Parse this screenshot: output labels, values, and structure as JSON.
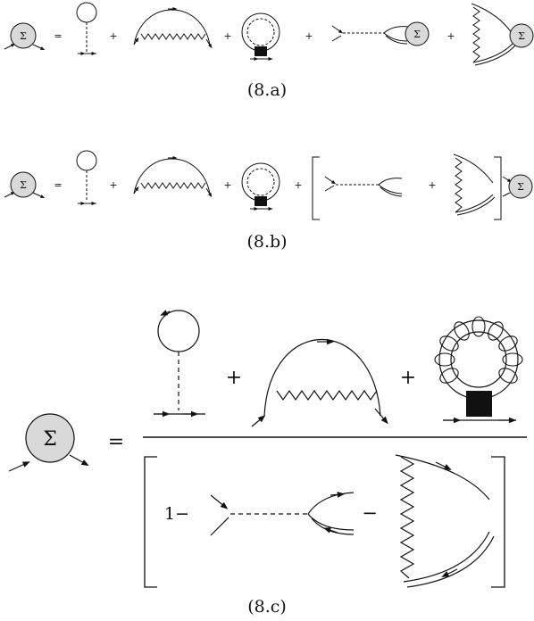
{
  "equations": [
    {
      "label": "(8.a)",
      "lhs_symbol": "Σ",
      "equals": "=",
      "operators": [
        "+",
        "+",
        "+",
        "+"
      ]
    },
    {
      "label": "(8.b)",
      "lhs_symbol": "Σ",
      "equals": "=",
      "operators": [
        "+",
        "+",
        "+",
        "+"
      ],
      "rhs_symbol": "Σ"
    },
    {
      "label": "(8.c)",
      "lhs_symbol": "Σ",
      "equals": "=",
      "numerator_operators": [
        "+",
        "+"
      ],
      "denominator_prefix": "1−",
      "denominator_operator": "−"
    }
  ]
}
